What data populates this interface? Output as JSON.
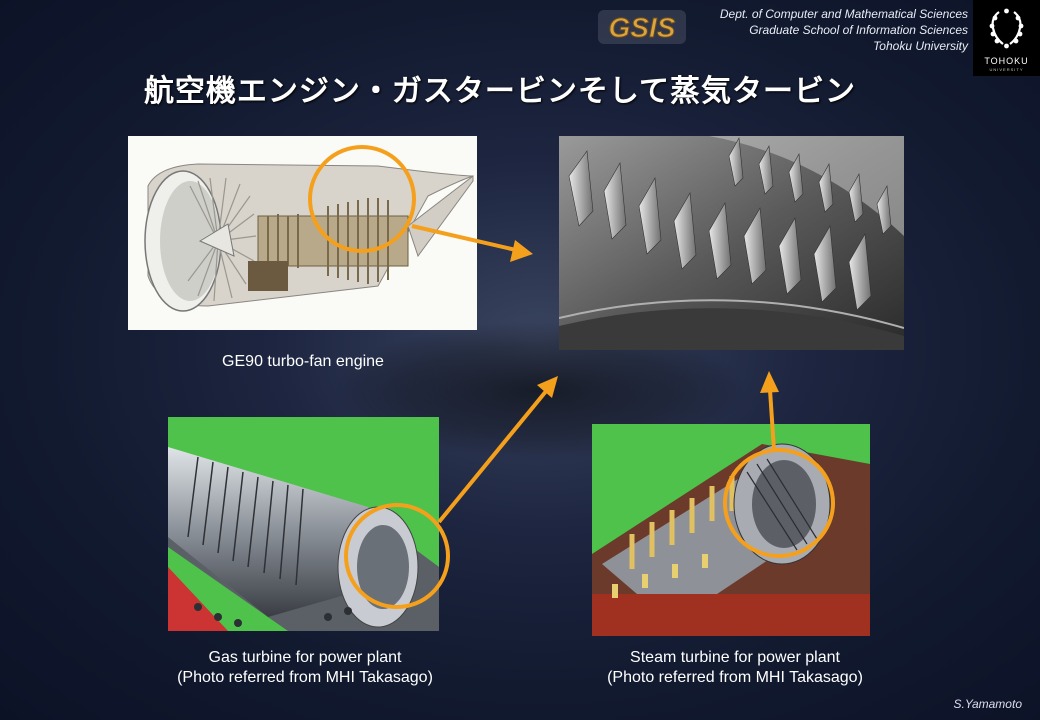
{
  "header": {
    "logo_text": "GSIS",
    "dept_lines": [
      "Dept. of Computer and Mathematical Sciences",
      "Graduate School of Information Sciences",
      "Tohoku University"
    ],
    "tohoku_name": "TOHOKU",
    "tohoku_sub": "UNIVERSITY"
  },
  "title": "航空機エンジン・ガスタービンそして蒸気タービン",
  "figures": {
    "engine_caption": "GE90 turbo-fan engine",
    "gas_caption_1": "Gas turbine for power plant",
    "gas_caption_2": "(Photo referred from MHI Takasago)",
    "steam_caption_1": "Steam turbine for power plant",
    "steam_caption_2": "(Photo referred from MHI Takasago)"
  },
  "author": "S.Yamamoto",
  "colors": {
    "accent_orange": "#f5a01c",
    "green_bg": "#4ec24a"
  }
}
